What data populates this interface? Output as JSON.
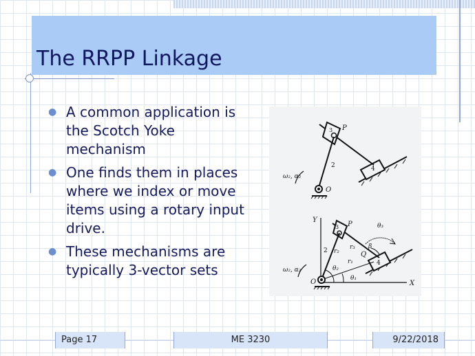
{
  "slide": {
    "title": "The RRPP Linkage",
    "bullets": [
      "A common application is the Scotch Yoke mechanism",
      "One finds them in places where we index or move items using a rotary input drive.",
      "These mechanisms are typically 3-vector sets"
    ]
  },
  "figure": {
    "top": {
      "omega_label": "ω₂, α₂",
      "O": "O",
      "P": "P",
      "link2": "2",
      "link3": "3",
      "link4": "4"
    },
    "bottom": {
      "Y": "Y",
      "X": "X",
      "O": "O",
      "P": "P",
      "Q": "Q",
      "omega_label": "ω₂, α₂",
      "link2": "2",
      "link3": "3",
      "link4": "4",
      "r1": "r₁",
      "r2": "r₂",
      "r3": "r₃",
      "theta1": "θ₁",
      "theta2": "θ₂",
      "theta3": "θ₃",
      "beta": "β"
    }
  },
  "footer": {
    "page": "Page 17",
    "course": "ME 3230",
    "date": "9/22/2018"
  },
  "colors": {
    "title_bar": "#a9cbf5",
    "text": "#13195c",
    "bullet": "#6b8ed0",
    "footer_box": "#d8e4f7",
    "grid": "#dfe6f0"
  }
}
